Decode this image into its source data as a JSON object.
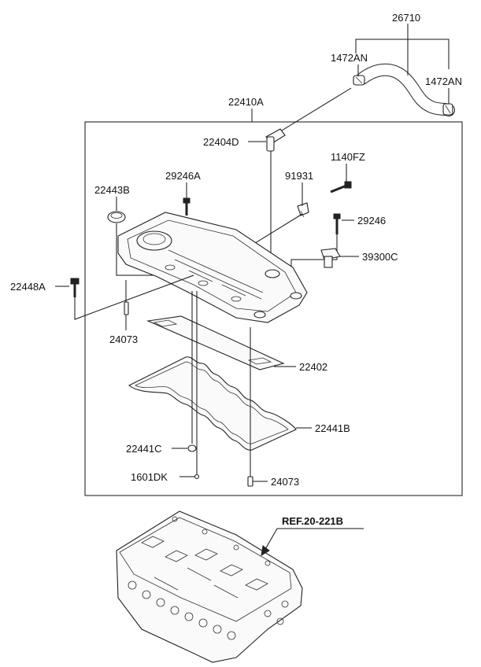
{
  "labels": {
    "hose_assy": "26710",
    "clamp_left": "1472AN",
    "clamp_right": "1472AN",
    "cover_assy": "22410A",
    "pcv_valve": "22404D",
    "bolt_1140fz": "1140FZ",
    "bracket_91931": "91931",
    "bolt_29246a": "29246A",
    "seal_22443b": "22443B",
    "bolt_29246": "29246",
    "sensor_39300c": "39300C",
    "bolt_22448a": "22448A",
    "dowel_left": "24073",
    "gasket_22402": "22402",
    "gasket_22441b": "22441B",
    "seal_22441c": "22441C",
    "pin_1601dk": "1601DK",
    "dowel_right": "24073",
    "ref_text": "REF.20-221B"
  }
}
